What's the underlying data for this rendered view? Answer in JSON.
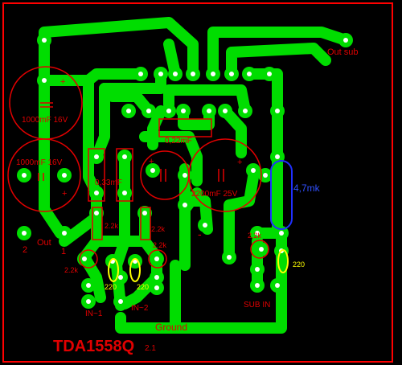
{
  "board": {
    "title": "TDA1558Q",
    "subtitle": "2.1",
    "colors": {
      "background": "#000000",
      "track": "#00dd00",
      "pad_hole": "#ffffff",
      "silk": "#e00000",
      "yellow": "#ffff00",
      "blue": "#2030ff",
      "border": "#ff0000"
    }
  },
  "labels": {
    "out_sub": "Out sub",
    "c_top_left": "1000mF 16V",
    "c_mid_left": "1000mF 16V",
    "c_033": "0,33mF",
    "c_022": "0,22mF",
    "c_2200": "2200mF 25V",
    "inductor": "4,7mk",
    "r1": "2.2k",
    "r2": "2.2k",
    "r3": "2.2k",
    "r4": "2.2k",
    "r5": "2.2k",
    "r6": "2,2k",
    "y1": "220",
    "y2": "220",
    "y3": "220",
    "in1": "IN~1",
    "in2": "IN~2",
    "sub_in": "SUB IN",
    "out": "Out",
    "pin2": "2",
    "pin1": "1",
    "ground": "Ground",
    "plus_a": "+",
    "plus_b": "+",
    "plus_c": "+",
    "plus_d": "+",
    "minus": "-"
  }
}
